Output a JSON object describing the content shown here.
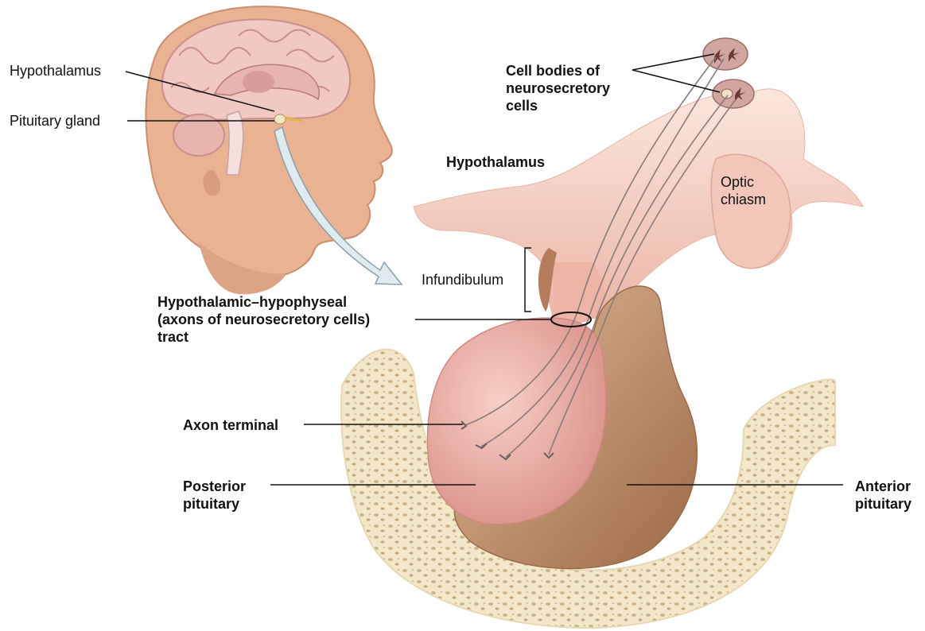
{
  "colors": {
    "skin": "#e7b393",
    "skin_dark": "#c98f6e",
    "brain": "#f0c4be",
    "brain_fold": "#c98f8c",
    "tissue_light": "#f6d8cc",
    "posterior": "#eaa9a0",
    "anterior": "#c49270",
    "bone": "#f3e7c9",
    "bone_pore": "#c9b48a",
    "arrow": "#dde9ee",
    "leader": "#111111"
  },
  "labels": {
    "hypothalamus_small": "Hypothalamus",
    "pituitary_gland": "Pituitary gland",
    "cell_bodies": "Cell bodies of\nneurosecretory\ncells",
    "hypothalamus": "Hypothalamus",
    "optic_chiasm": "Optic\nchiasm",
    "infundibulum": "Infundibulum",
    "tract": "Hypothalamic–hypophyseal\n(axons of neurosecretory cells)\ntract",
    "axon_terminal": "Axon terminal",
    "posterior_pituitary": "Posterior\npituitary",
    "anterior_pituitary": "Anterior\npituitary"
  }
}
